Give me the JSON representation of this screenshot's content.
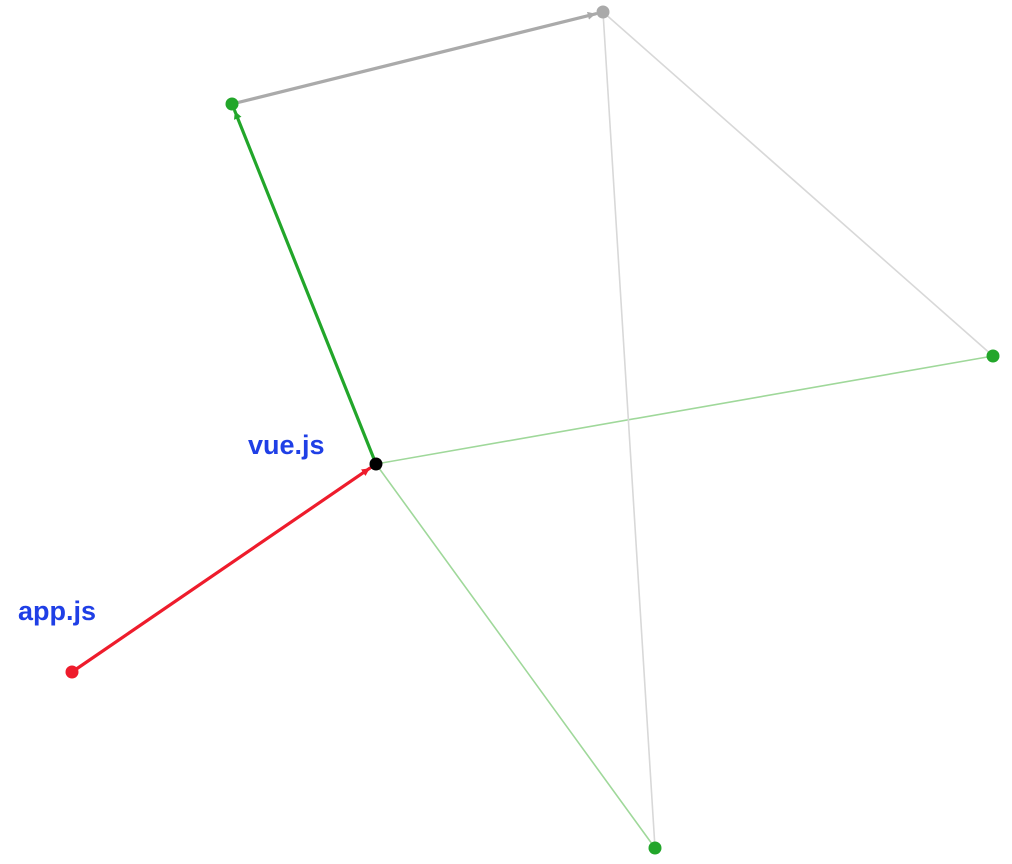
{
  "graph": {
    "nodes": [
      {
        "id": "app",
        "label": "app.js",
        "color": "#ee1c2c"
      },
      {
        "id": "vue",
        "label": "vue.js",
        "color": "#000000"
      },
      {
        "id": "n_top_left",
        "label": "",
        "color": "#22a62a"
      },
      {
        "id": "n_top",
        "label": "",
        "color": "#aaaaaa"
      },
      {
        "id": "n_right",
        "label": "",
        "color": "#22a62a"
      },
      {
        "id": "n_bottom",
        "label": "",
        "color": "#22a62a"
      }
    ],
    "edges": [
      {
        "from": "app",
        "to": "vue",
        "color": "#ee1c2c",
        "style": "bold",
        "arrow": true
      },
      {
        "from": "vue",
        "to": "n_top_left",
        "color": "#22a62a",
        "style": "bold",
        "arrow": true
      },
      {
        "from": "n_top_left",
        "to": "n_top",
        "color": "#aaaaaa",
        "style": "bold",
        "arrow": true
      },
      {
        "from": "vue",
        "to": "n_right",
        "color": "#9fd89a",
        "style": "thin",
        "arrow": false
      },
      {
        "from": "vue",
        "to": "n_bottom",
        "color": "#9fd89a",
        "style": "thin",
        "arrow": false
      },
      {
        "from": "n_top",
        "to": "n_right",
        "color": "#d8d8d8",
        "style": "thin",
        "arrow": false
      },
      {
        "from": "n_top",
        "to": "n_bottom",
        "color": "#d8d8d8",
        "style": "thin",
        "arrow": false
      }
    ],
    "label_color": "#1f3fe6"
  }
}
